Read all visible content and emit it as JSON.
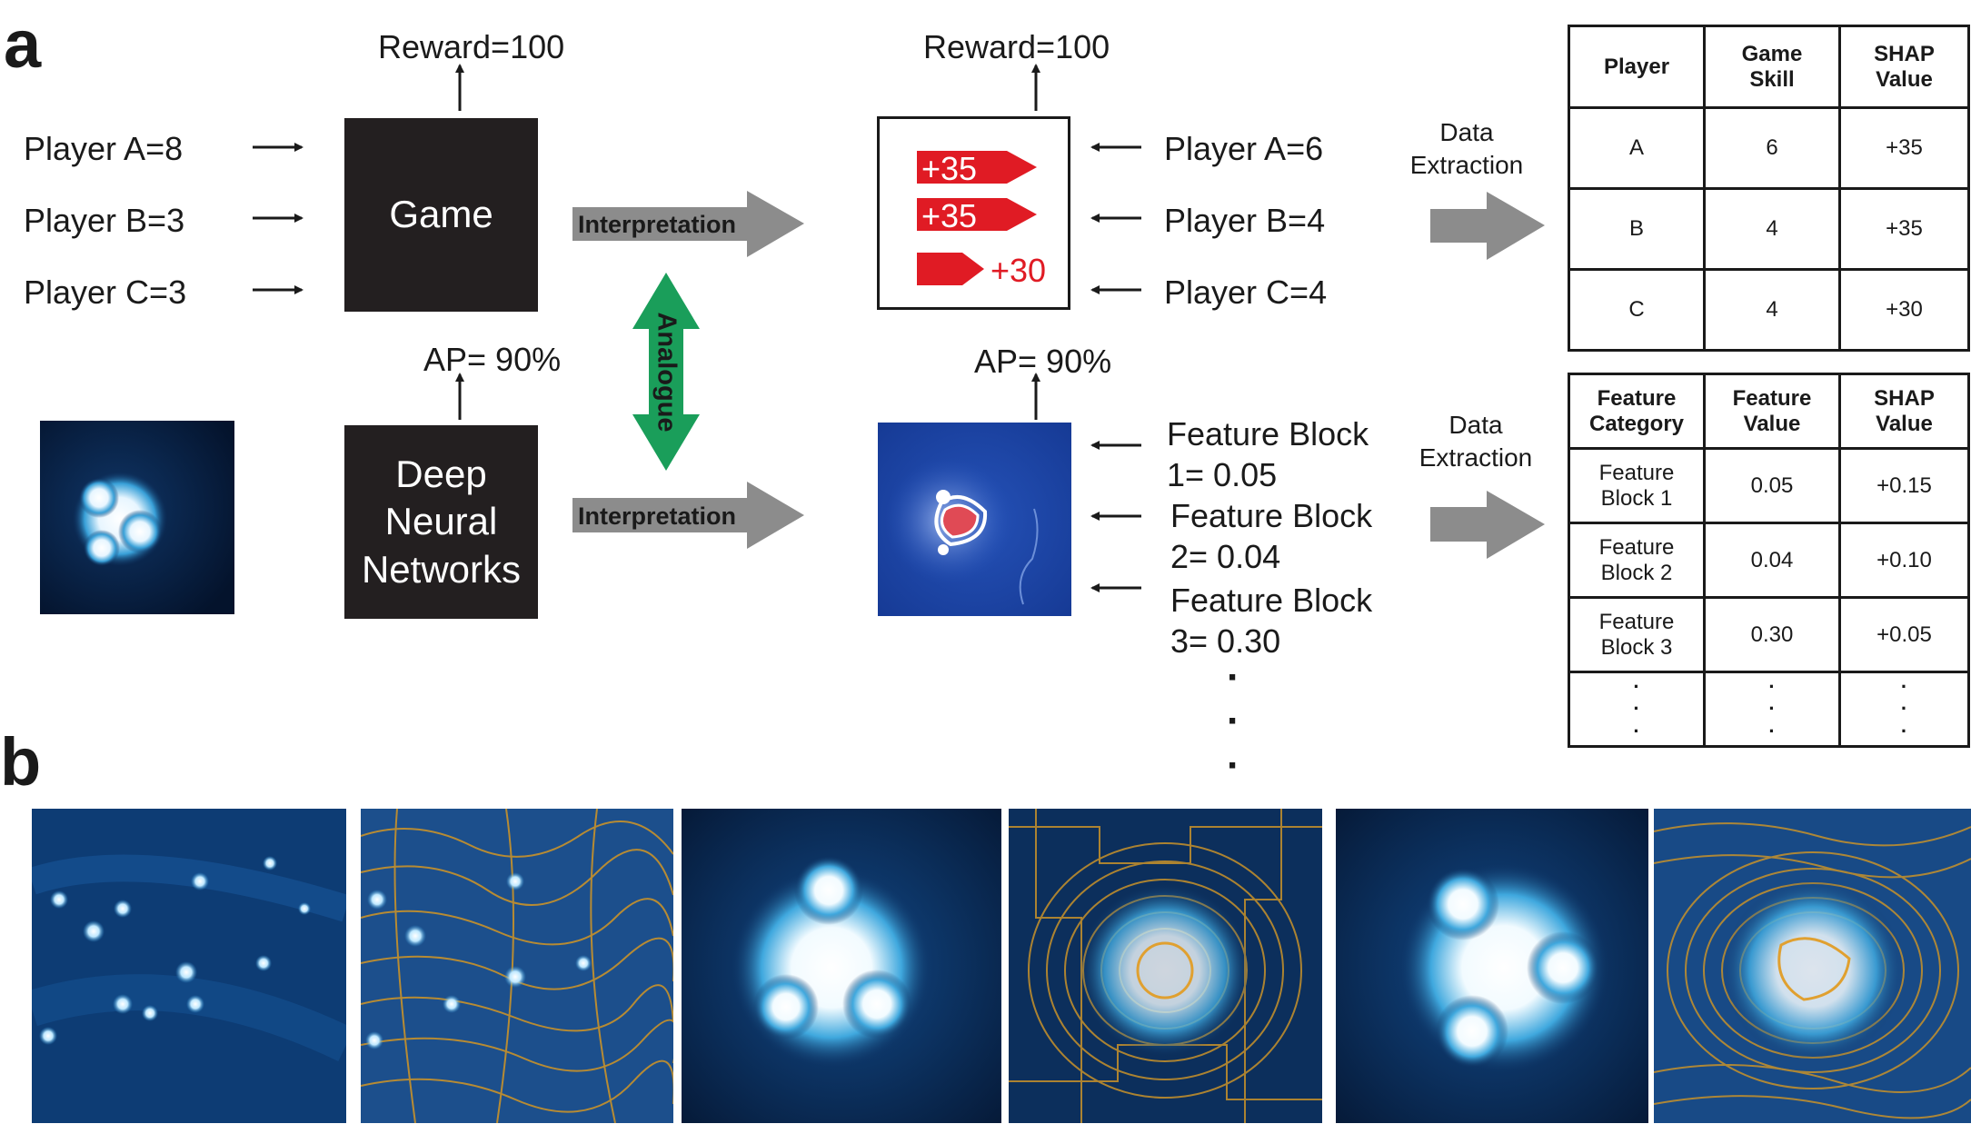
{
  "panel_a": {
    "letter": "a",
    "game": {
      "reward": "Reward=100",
      "box_label": "Game",
      "players": [
        "Player A=8",
        "Player B=3",
        "Player C=3"
      ]
    },
    "dnn": {
      "ap": "AP= 90%",
      "box_label_lines": [
        "Deep",
        "Neural",
        "Networks"
      ]
    },
    "interpretation_label": "Interpretation",
    "analogue_label": "Analogue",
    "interpreted_game": {
      "reward": "Reward=100",
      "bars": [
        "+35",
        "+35",
        "+30"
      ],
      "players": [
        "Player A=6",
        "Player B=4",
        "Player C=4"
      ]
    },
    "interpreted_dnn": {
      "ap": "AP= 90%",
      "feature_blocks": [
        {
          "line1": "Feature Block",
          "line2": "1= 0.05"
        },
        {
          "line1": "Feature Block",
          "line2": "2= 0.04"
        },
        {
          "line1": "Feature Block",
          "line2": "3= 0.30"
        }
      ],
      "dots": "·"
    },
    "data_extraction": "Data Extraction",
    "table_game": {
      "headers": [
        "Player",
        "Game Skill",
        "SHAP Value"
      ],
      "rows": [
        [
          "A",
          "6",
          "+35"
        ],
        [
          "B",
          "4",
          "+35"
        ],
        [
          "C",
          "4",
          "+30"
        ]
      ]
    },
    "table_features": {
      "headers": [
        "Feature Category",
        "Feature Value",
        "SHAP Value"
      ],
      "rows": [
        [
          "Feature Block 1",
          "0.05",
          "+0.15"
        ],
        [
          "Feature Block 2",
          "0.04",
          "+0.10"
        ],
        [
          "Feature Block 3",
          "0.30",
          "+0.05"
        ]
      ],
      "dots": "·"
    },
    "colors": {
      "box": "#231f20",
      "gray_arrow": "#8c8c8c",
      "green_arrow": "#1a9e5a",
      "red_bar": "#e01b24",
      "image_blue": "#0b3a73"
    }
  },
  "panel_b": {
    "letter": "b",
    "tiles": [
      "scattered-blobs",
      "scattered-blobs-contours",
      "trimer",
      "trimer-contours",
      "trimer-zoom",
      "trimer-zoom-contours"
    ]
  }
}
